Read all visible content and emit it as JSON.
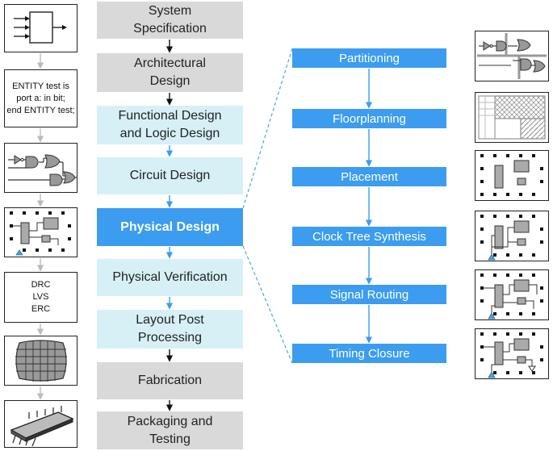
{
  "flow": {
    "system_specification": "System\nSpecification",
    "architectural_design": "Architectural\nDesign",
    "functional_logic_design": "Functional Design\nand Logic Design",
    "circuit_design": "Circuit Design",
    "physical_design": "Physical Design",
    "physical_verification": "Physical Verification",
    "layout_post_processing": "Layout Post\nProcessing",
    "fabrication": "Fabrication",
    "packaging_testing": "Packaging and\nTesting"
  },
  "physical_steps": {
    "partitioning": "Partitioning",
    "floorplanning": "Floorplanning",
    "placement": "Placement",
    "clock_tree_synthesis": "Clock Tree Synthesis",
    "signal_routing": "Signal Routing",
    "timing_closure": "Timing Closure"
  },
  "left_panels": {
    "hdl_code": "ENTITY test is\nport a: in bit;\nend ENTITY test;",
    "verification_checks": "DRC\nLVS\nERC"
  },
  "colors": {
    "gray_stage": "#d9d9d9",
    "light_stage": "#d6f0f6",
    "blue_stage": "#3b9cf0",
    "arrow_gray": "#bbbbbb",
    "arrow_blue": "#3b9cf0",
    "arrow_black": "#111111"
  }
}
